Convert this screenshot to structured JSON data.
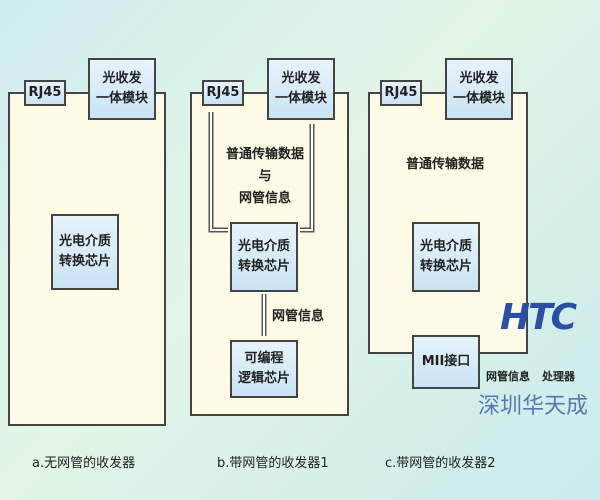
{
  "panels": [
    {
      "rj45": "RJ45",
      "transceiver": "光收发\n一体模块",
      "chip": "光电介质\n转换芯片",
      "caption": "a.无网管的收发器"
    },
    {
      "rj45": "RJ45",
      "transceiver": "光收发\n一体模块",
      "chip": "光电介质\n转换芯片",
      "data_label": "普通传输数据\n与\n网管信息",
      "mgmt_label": "网管信息",
      "logic": "可编程\n逻辑芯片",
      "caption": "b.带网管的收发器1"
    },
    {
      "rj45": "RJ45",
      "transceiver": "光收发\n一体模块",
      "chip": "光电介质\n转换芯片",
      "data_label": "普通传输数据",
      "mii": "MII接口",
      "mgmt_label": "网管信息",
      "processor": "处理器",
      "caption": "c.带网管的收发器2"
    }
  ],
  "watermark": {
    "logo": "HTC",
    "sub": "深圳华天成"
  }
}
